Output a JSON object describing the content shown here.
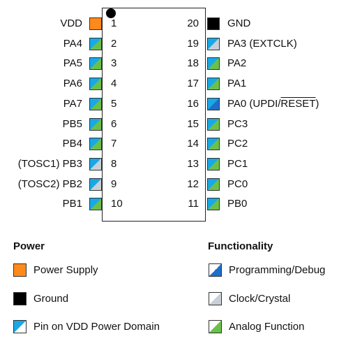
{
  "colors": {
    "power": "#ff8a1c",
    "ground": "#000000",
    "vdd_domain": "#19a8e6",
    "analog": "#6cc04a",
    "clock": "#c8cfd6",
    "programming": "#1e6fc9"
  },
  "pins_left": [
    {
      "number": "1",
      "label": "VDD",
      "type": "power"
    },
    {
      "number": "2",
      "label": "PA4",
      "type": "analog"
    },
    {
      "number": "3",
      "label": "PA5",
      "type": "analog"
    },
    {
      "number": "4",
      "label": "PA6",
      "type": "analog"
    },
    {
      "number": "5",
      "label": "PA7",
      "type": "analog"
    },
    {
      "number": "6",
      "label": "PB5",
      "type": "analog"
    },
    {
      "number": "7",
      "label": "PB4",
      "type": "analog"
    },
    {
      "number": "8",
      "label": "(TOSC1) PB3",
      "type": "clock"
    },
    {
      "number": "9",
      "label": "(TOSC2) PB2",
      "type": "clock"
    },
    {
      "number": "10",
      "label": "PB1",
      "type": "analog"
    }
  ],
  "pins_right": [
    {
      "number": "20",
      "label": "GND",
      "type": "ground"
    },
    {
      "number": "19",
      "label": "PA3 (EXTCLK)",
      "type": "clock"
    },
    {
      "number": "18",
      "label": "PA2",
      "type": "analog"
    },
    {
      "number": "17",
      "label": "PA1",
      "type": "analog"
    },
    {
      "number": "16",
      "label_prefix": "PA0 (UPDI/",
      "label_over": "RESET",
      "label_suffix": ")",
      "type": "programming"
    },
    {
      "number": "15",
      "label": "PC3",
      "type": "analog"
    },
    {
      "number": "14",
      "label": "PC2",
      "type": "analog"
    },
    {
      "number": "13",
      "label": "PC1",
      "type": "analog"
    },
    {
      "number": "12",
      "label": "PC0",
      "type": "analog"
    },
    {
      "number": "11",
      "label": "PB0",
      "type": "analog"
    }
  ],
  "legend": {
    "power": {
      "title": "Power",
      "items": [
        {
          "label": "Power Supply",
          "type": "power"
        },
        {
          "label": "Ground",
          "type": "ground"
        },
        {
          "label": "Pin on VDD Power Domain",
          "type": "vdd"
        }
      ]
    },
    "functionality": {
      "title": "Functionality",
      "items": [
        {
          "label": "Programming/Debug",
          "type": "programming"
        },
        {
          "label": "Clock/Crystal",
          "type": "clock"
        },
        {
          "label": "Analog Function",
          "type": "analog"
        }
      ]
    }
  }
}
